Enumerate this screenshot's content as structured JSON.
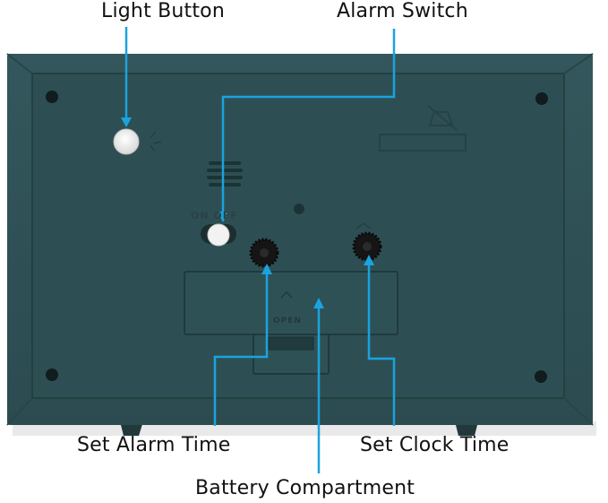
{
  "callouts": {
    "light_button": "Light Button",
    "alarm_switch": "Alarm Switch",
    "set_alarm_time": "Set Alarm Time",
    "set_clock_time": "Set Clock Time",
    "battery_compartment": "Battery Compartment"
  },
  "device": {
    "switch_label": "ON OFF",
    "battery_cover_label": "OPEN"
  },
  "colors": {
    "body": "#2e5257",
    "panel": "#2a4a4f",
    "arrow": "#1aa3df",
    "knob": "#151515"
  }
}
